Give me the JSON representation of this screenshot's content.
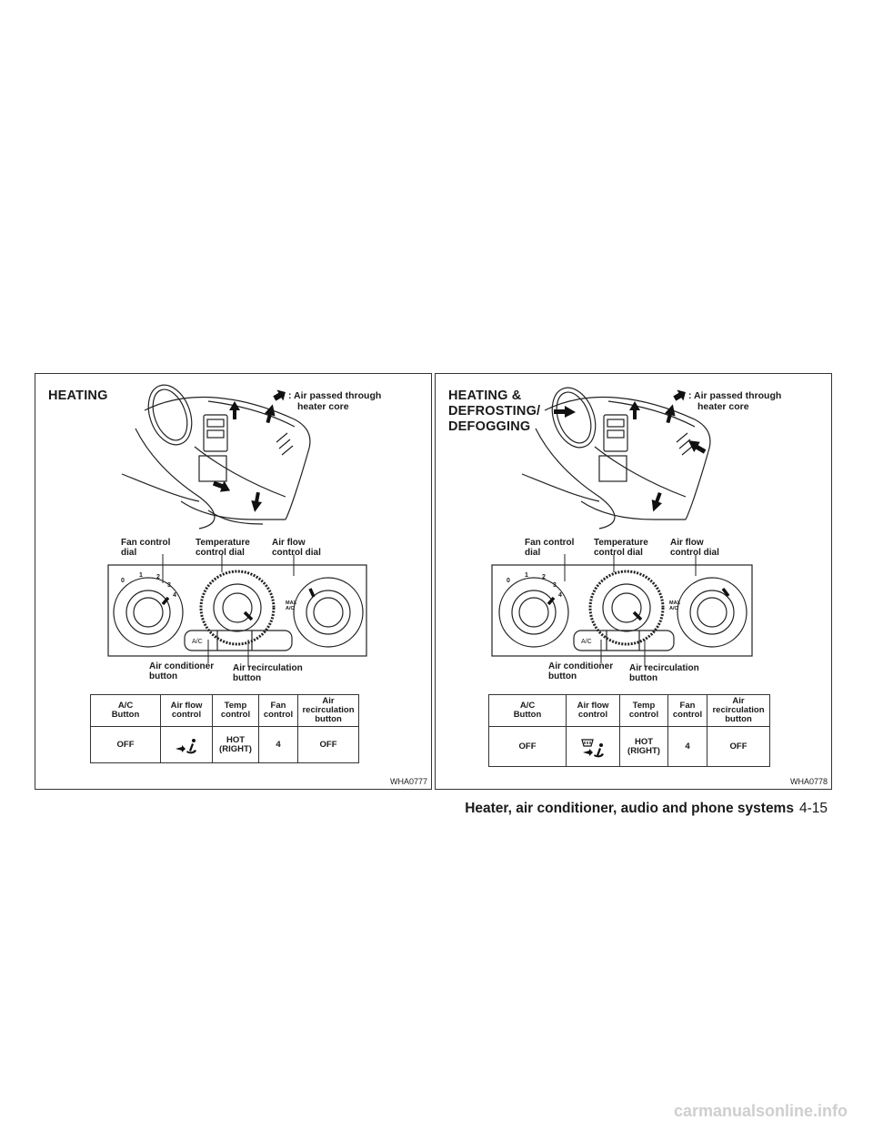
{
  "panels": [
    {
      "title": "HEATING",
      "legend": [
        ": Air passed through",
        "heater core"
      ],
      "labels": {
        "fan": "Fan control\ndial",
        "temp": "Temperature\ncontrol dial",
        "airflow": "Air flow\ncontrol dial",
        "ac": "Air conditioner\nbutton",
        "recirc": "Air recirculation\nbutton"
      },
      "panel_markings": {
        "fan_speeds": [
          "0",
          "1",
          "2",
          "3",
          "4"
        ],
        "max_ac": "MAX\nA/C",
        "ac_button": "A/C"
      },
      "table": {
        "headers": [
          "A/C\nButton",
          "Air flow\ncontrol",
          "Temp\ncontrol",
          "Fan\ncontrol",
          "Air\nrecirculation\nbutton"
        ],
        "row": [
          "OFF",
          "",
          "HOT\n(RIGHT)",
          "4",
          "OFF"
        ],
        "airflow_icon": "foot-vent-icon"
      },
      "code": "WHA0777"
    },
    {
      "title": "HEATING &\nDEFROSTING/\nDEFOGGING",
      "legend": [
        ": Air passed through",
        "heater core"
      ],
      "labels": {
        "fan": "Fan control\ndial",
        "temp": "Temperature\ncontrol dial",
        "airflow": "Air flow\ncontrol dial",
        "ac": "Air conditioner\nbutton",
        "recirc": "Air recirculation\nbutton"
      },
      "panel_markings": {
        "fan_speeds": [
          "0",
          "1",
          "2",
          "3",
          "4"
        ],
        "max_ac": "MAX\nA/C",
        "ac_button": "A/C"
      },
      "table": {
        "headers": [
          "A/C\nButton",
          "Air flow\ncontrol",
          "Temp\ncontrol",
          "Fan\ncontrol",
          "Air\nrecirculation\nbutton"
        ],
        "row": [
          "OFF",
          "",
          "HOT\n(RIGHT)",
          "4",
          "OFF"
        ],
        "airflow_icon": "defrost-foot-vent-icon"
      },
      "code": "WHA0778"
    }
  ],
  "footer": {
    "title": "Heater, air conditioner, audio and phone systems",
    "page": "4-15"
  },
  "watermark": "carmanualsonline.info",
  "colors": {
    "ink": "#1a1a1a",
    "line": "#333333",
    "watermark": "#cfcfcf"
  }
}
